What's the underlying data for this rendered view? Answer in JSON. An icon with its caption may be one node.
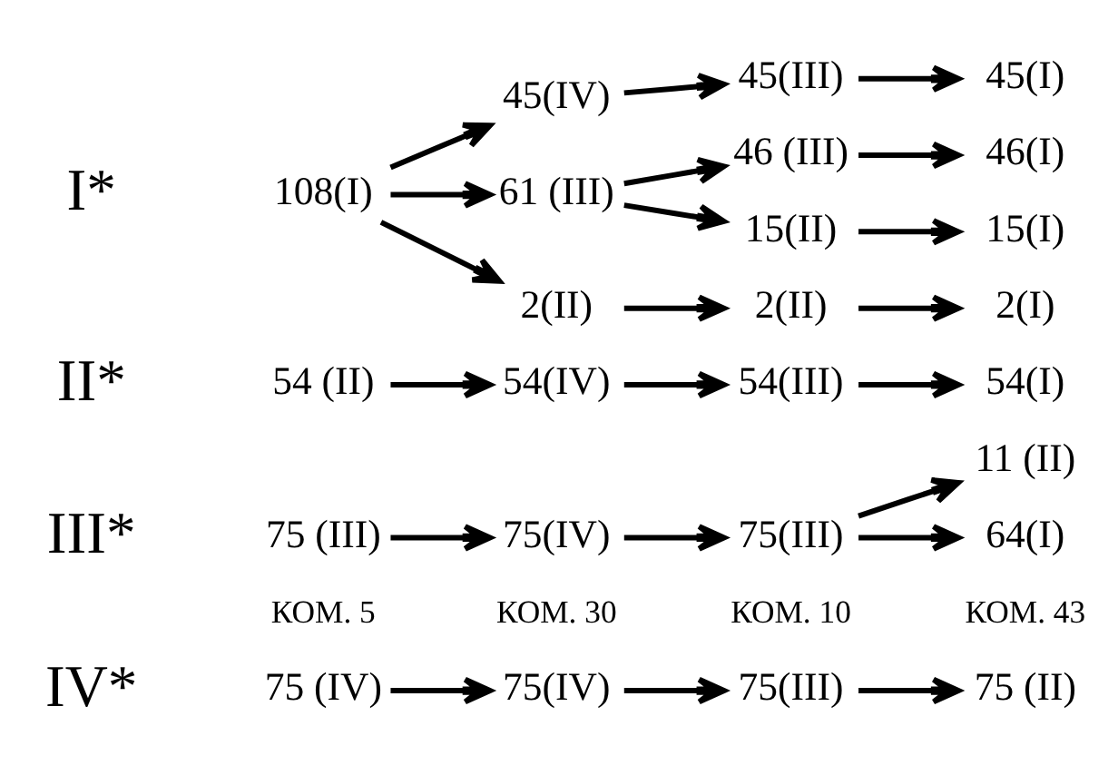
{
  "diagram": {
    "nodes": [
      {
        "text": [
          "75 (IV)"
        ]
      },
      {
        "text": [
          "75(IV)"
        ]
      },
      {
        "text": [
          "75(III)"
        ]
      },
      {
        "text": [
          "75 (II)"
        ]
      },
      {
        "text": [
          "75 (III)"
        ]
      },
      {
        "text": [
          "75(IV)"
        ]
      },
      {
        "text": [
          "75(III)"
        ]
      },
      {
        "text": [
          "11 (II)"
        ]
      },
      {
        "text": [
          "64(I)"
        ]
      },
      {
        "text": [
          "54 (II)"
        ]
      },
      {
        "text": [
          "54(IV)"
        ]
      },
      {
        "text": [
          "54(III)"
        ]
      },
      {
        "text": [
          "54(I)"
        ]
      },
      {
        "text": [
          "108(I)"
        ]
      },
      {
        "text": [
          "45(IV)"
        ]
      },
      {
        "text": [
          "45(III)"
        ]
      },
      {
        "text": [
          "45(I)"
        ]
      },
      {
        "text": [
          "61 (III)"
        ]
      },
      {
        "text": [
          "46 (III)"
        ]
      },
      {
        "text": [
          "46(I)"
        ]
      },
      {
        "text": [
          "15(II)"
        ]
      },
      {
        "text": [
          "15(I)"
        ]
      },
      {
        "text": [
          "2(II)"
        ]
      },
      {
        "text": [
          "2(II)"
        ]
      },
      {
        "text": [
          "2(I)"
        ]
      }
    ],
    "edges": [
      {
        "from": 0,
        "to": 1,
        "arrow": "to"
      },
      {
        "from": 1,
        "to": 2,
        "arrow": "to"
      },
      {
        "from": 2,
        "to": 3,
        "arrow": "to"
      },
      {
        "from": 4,
        "to": 5,
        "arrow": "to"
      },
      {
        "from": 5,
        "to": 6,
        "arrow": "to"
      },
      {
        "from": 6,
        "to": 7,
        "arrow": "to"
      },
      {
        "from": 6,
        "to": 8,
        "arrow": "to"
      },
      {
        "from": 9,
        "to": 10,
        "arrow": "to"
      },
      {
        "from": 10,
        "to": 11,
        "arrow": "to"
      },
      {
        "from": 11,
        "to": 12,
        "arrow": "to"
      },
      {
        "from": 13,
        "to": 14,
        "arrow": "to"
      },
      {
        "from": 13,
        "to": 17,
        "arrow": "to"
      },
      {
        "from": 13,
        "to": 22,
        "arrow": "to"
      },
      {
        "from": 14,
        "to": 15,
        "arrow": "to"
      },
      {
        "from": 15,
        "to": 16,
        "arrow": "to"
      },
      {
        "from": 17,
        "to": 18,
        "arrow": "to"
      },
      {
        "from": 17,
        "to": 20,
        "arrow": "to"
      },
      {
        "from": 18,
        "to": 19,
        "arrow": "to"
      },
      {
        "from": 20,
        "to": 21,
        "arrow": "to"
      },
      {
        "from": 22,
        "to": 23,
        "arrow": "to"
      },
      {
        "from": 23,
        "to": 24,
        "arrow": "to"
      }
    ],
    "labels": [
      "КОМ. 5",
      "КОМ. 30",
      "КОМ. 10",
      "КОМ. 43",
      "IV*",
      "III*",
      "II*",
      "I*"
    ]
  }
}
